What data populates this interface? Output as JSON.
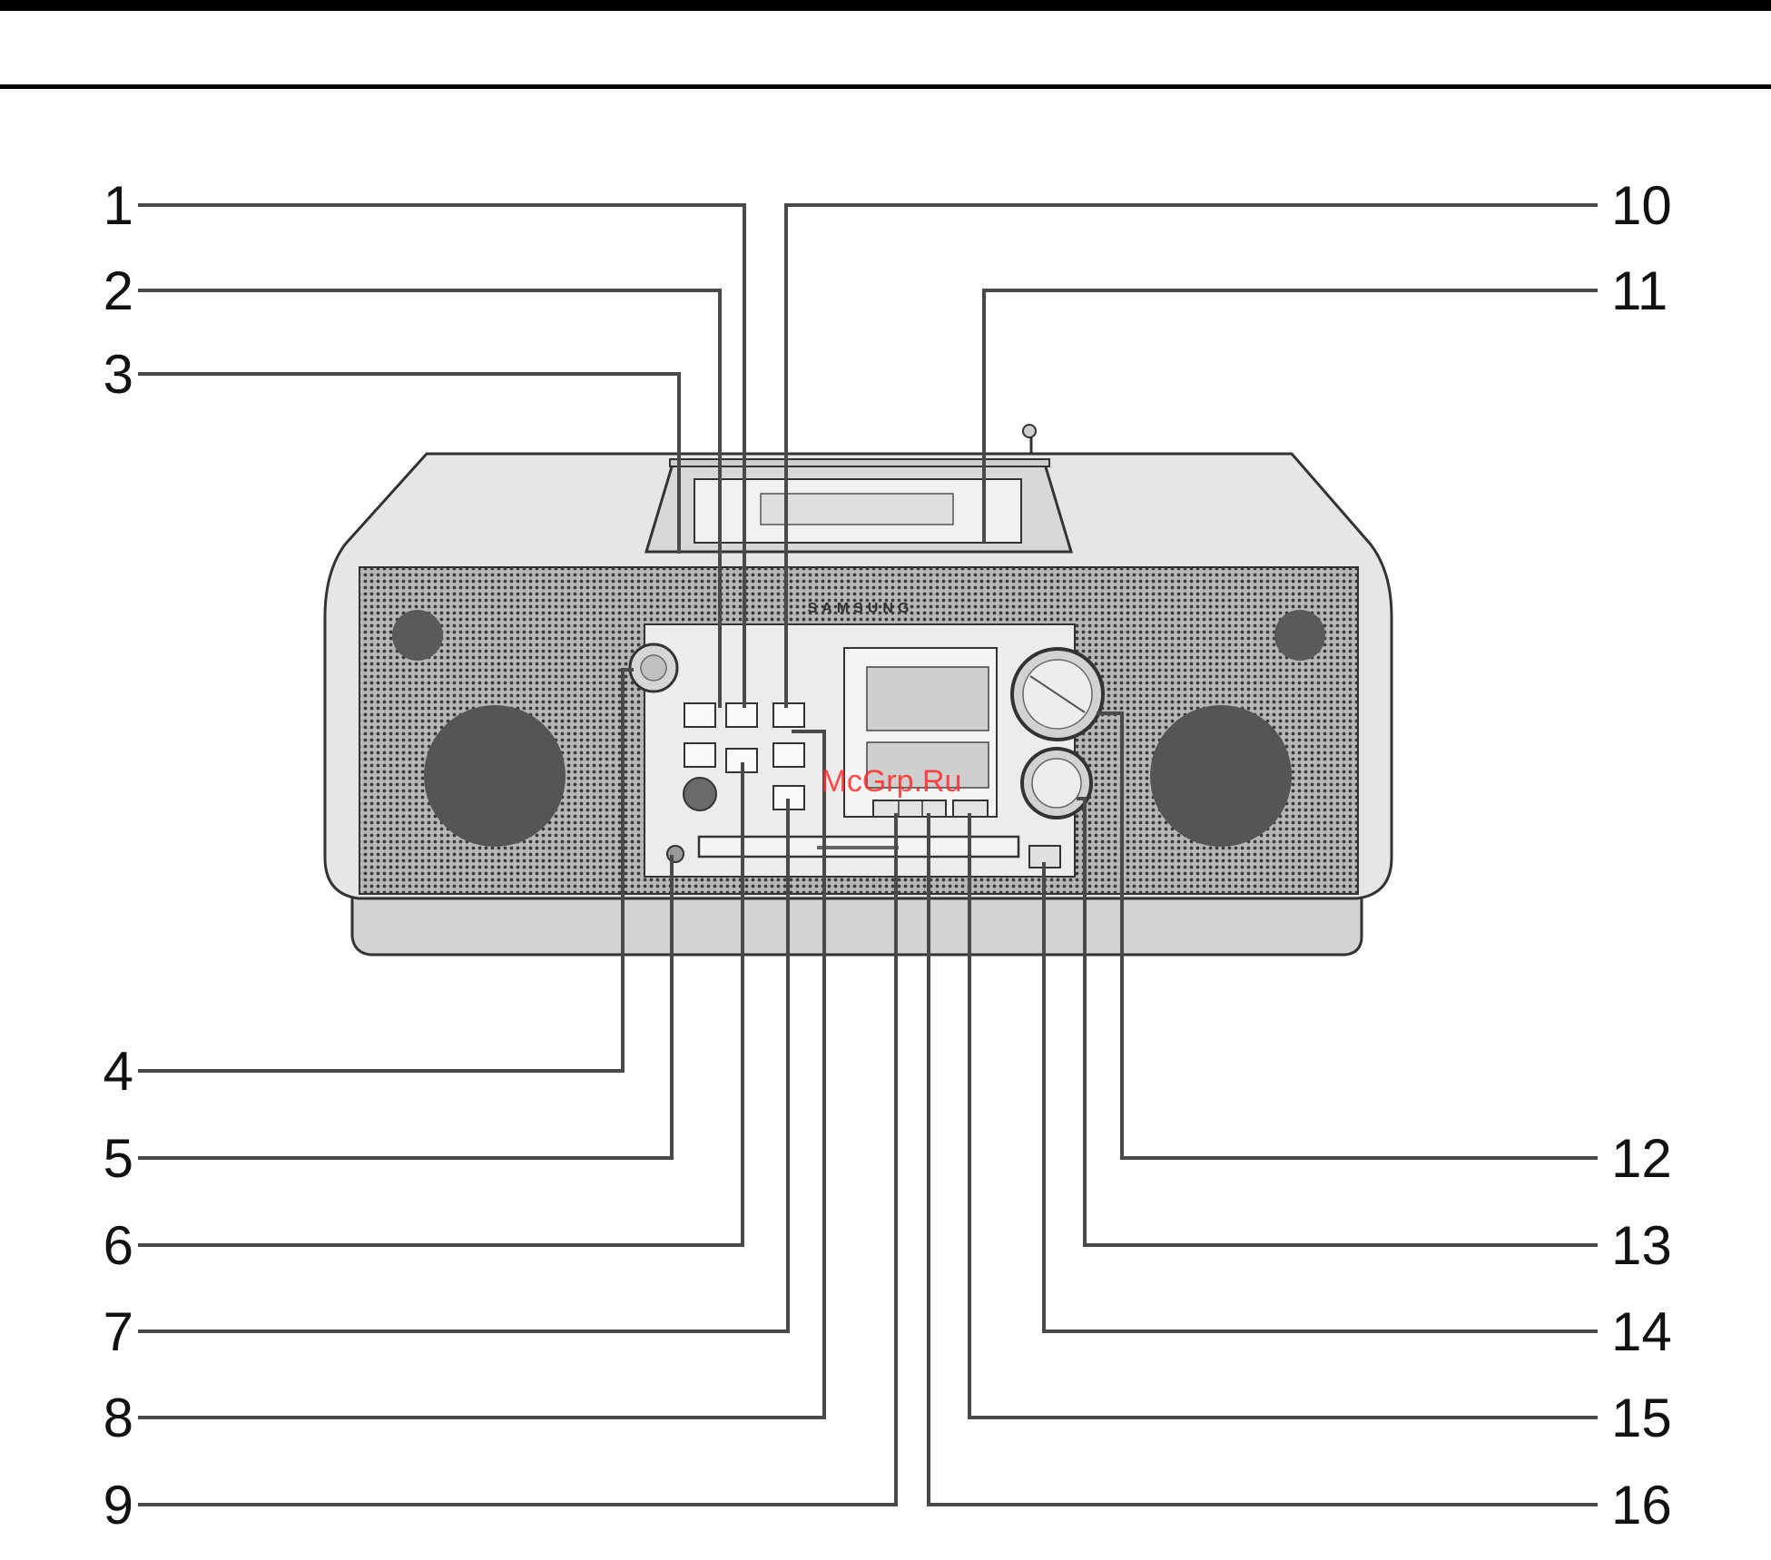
{
  "callouts": {
    "c1": "1",
    "c2": "2",
    "c3": "3",
    "c4": "4",
    "c5": "5",
    "c6": "6",
    "c7": "7",
    "c8": "8",
    "c9": "9",
    "c10": "10",
    "c11": "11",
    "c12": "12",
    "c13": "13",
    "c14": "14",
    "c15": "15",
    "c16": "16"
  },
  "device": {
    "brand": "SAMSUNG"
  },
  "watermark": "McGrp.Ru",
  "colors": {
    "rule": "#000000",
    "body_fill": "#e6e6e6",
    "grille_fill": "#9a9a9a",
    "leader": "#4a4a4a",
    "watermark": "#ff2a2a"
  }
}
